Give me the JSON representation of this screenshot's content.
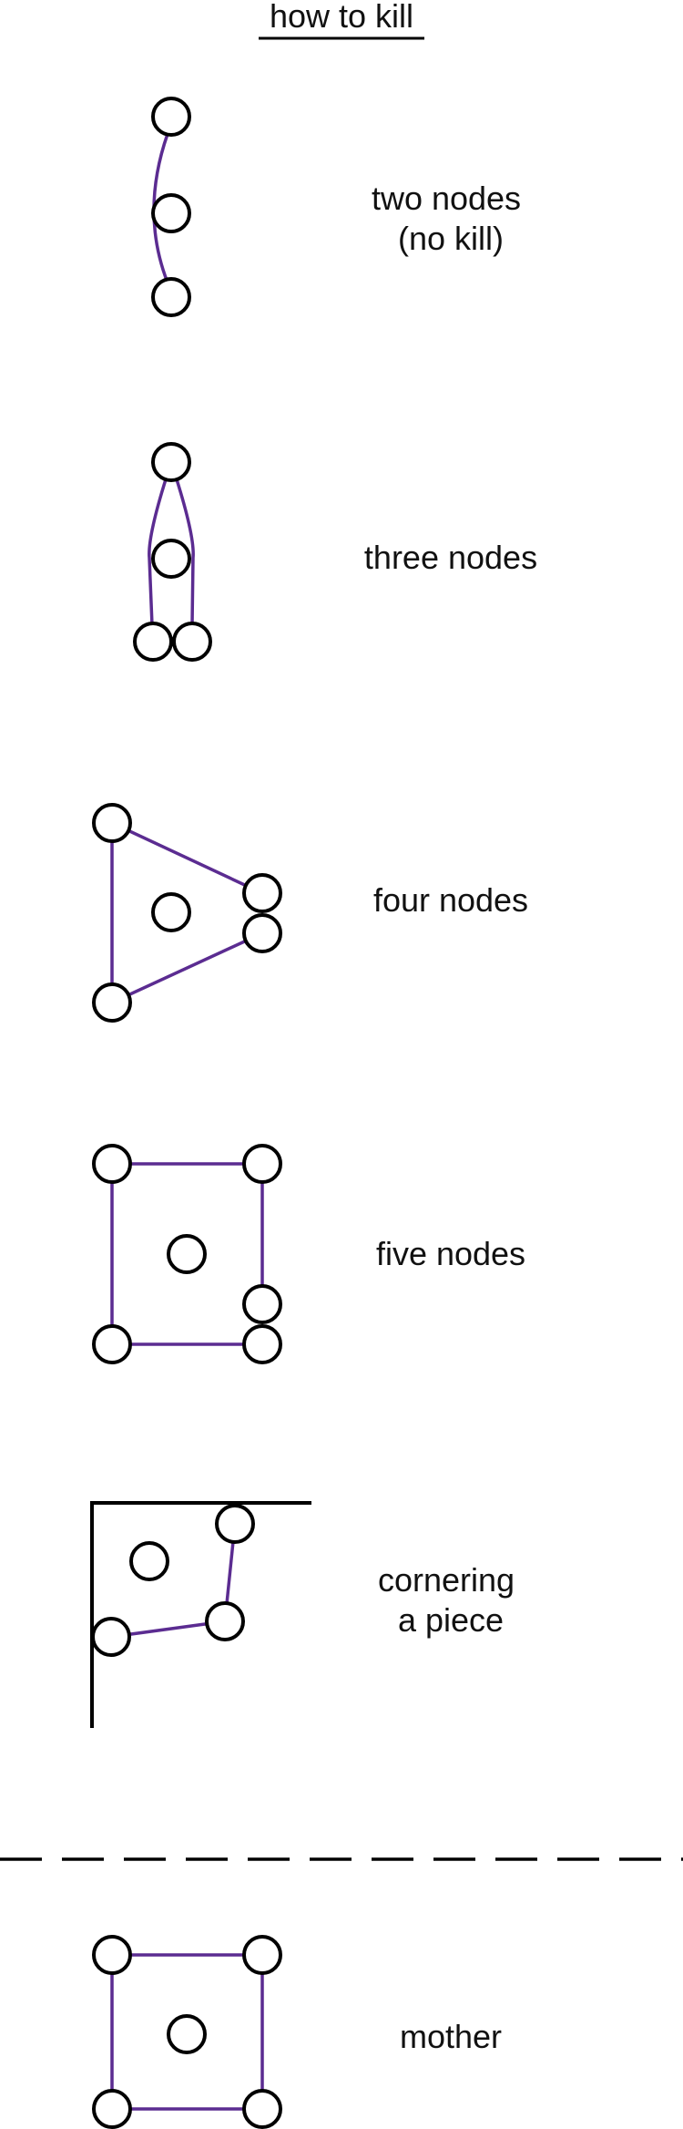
{
  "title": "how to kill",
  "sections": [
    {
      "id": "two",
      "lines": [
        "two nodes",
        "(no kill)"
      ]
    },
    {
      "id": "three",
      "lines": [
        "three nodes"
      ]
    },
    {
      "id": "four",
      "lines": [
        "four nodes"
      ]
    },
    {
      "id": "five",
      "lines": [
        "five nodes"
      ]
    },
    {
      "id": "corner",
      "lines": [
        "cornering",
        "a piece"
      ]
    },
    {
      "id": "mother",
      "lines": [
        "mother"
      ]
    }
  ],
  "colors": {
    "link": "#5b2c91",
    "node_outline": "#000000",
    "background": "#ffffff"
  }
}
